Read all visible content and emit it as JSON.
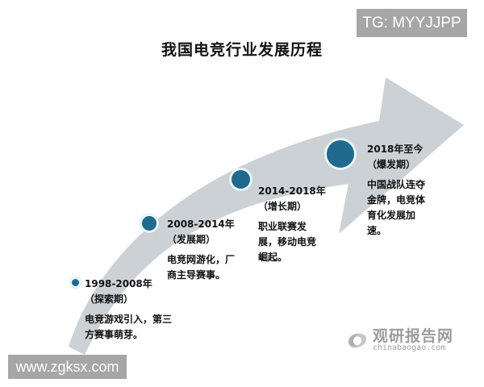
{
  "title": "我国电竞行业发展历程",
  "watermarks": {
    "top_right": "TG: MYYJJPP",
    "bottom_left": "www.zgksx.com"
  },
  "logo": {
    "name_cn": "观研报告网",
    "domain": "chinabaogao.com"
  },
  "colors": {
    "arrow": "#ccd1d6",
    "dot": "#1f6a8e",
    "dot_ring": "#eaf6fa",
    "badge_bg": "#a6a6a6",
    "text": "#111111"
  },
  "timeline": [
    {
      "period": "1998-2008年",
      "phase": "（探索期）",
      "description": "电竞游戏引入，第三方赛事萌芽。"
    },
    {
      "period": "2008-2014年",
      "phase": "（发展期）",
      "description": "电竞网游化，厂商主导赛事。"
    },
    {
      "period": "2014-2018年",
      "phase": "（增长期）",
      "description": "职业联赛发展，移动电竞崛起。"
    },
    {
      "period": "2018年至今",
      "phase": "（爆发期）",
      "description": "中国战队连夺金牌，电竞体育化发展加速。"
    }
  ]
}
